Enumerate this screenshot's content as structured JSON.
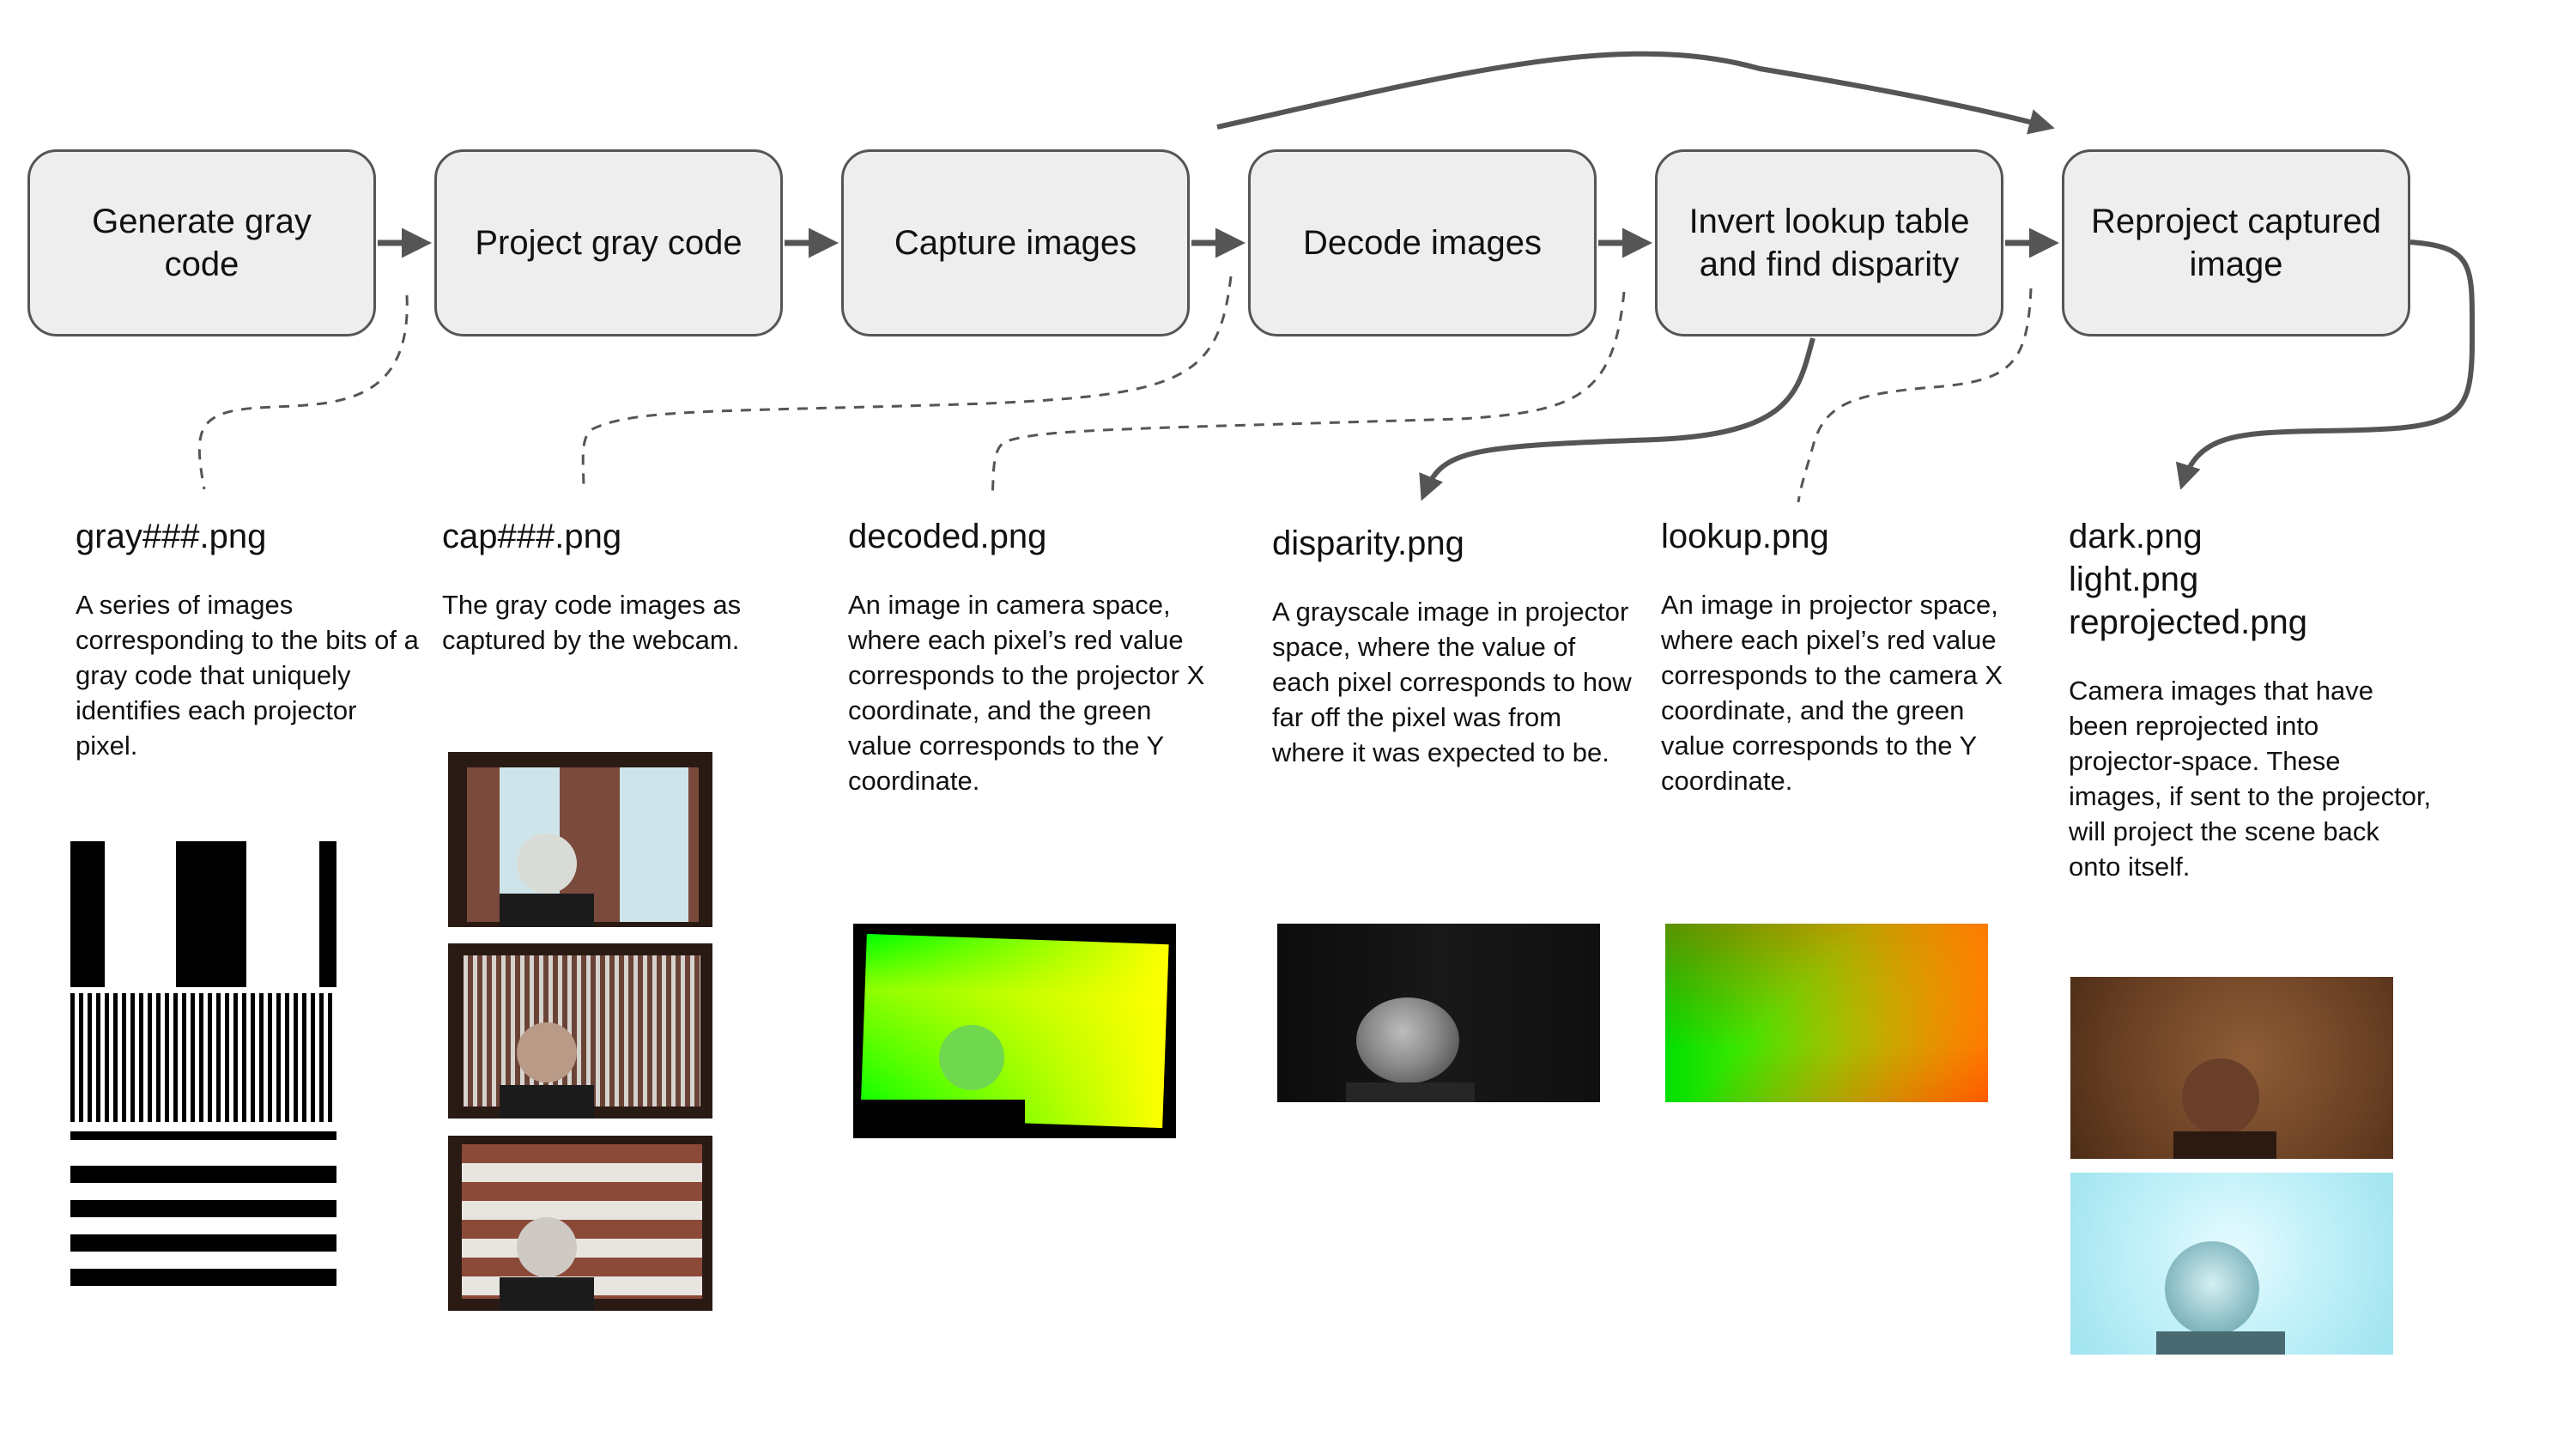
{
  "steps": [
    {
      "label": "Generate gray code"
    },
    {
      "label": "Project gray code"
    },
    {
      "label": "Capture images"
    },
    {
      "label": "Decode images"
    },
    {
      "label": "Invert lookup table and find disparity"
    },
    {
      "label": "Reproject captured image"
    }
  ],
  "outputs": [
    {
      "filename": "gray###.png",
      "description": "A series of images corresponding to the bits of a gray code that uniquely identifies each projector pixel."
    },
    {
      "filename": "cap###.png",
      "description": "The gray code images as captured by the webcam."
    },
    {
      "filename": "decoded.png",
      "description": "An image in camera space, where each pixel’s red value corresponds to the projector X coordinate, and the green value corresponds to the Y coordinate."
    },
    {
      "filename": "disparity.png",
      "description": "A grayscale image in projector space, where the value of each pixel corresponds to how far off the pixel was from where it was expected to be."
    },
    {
      "filename": "lookup.png",
      "description": "An image in projector space, where each pixel’s red value corresponds to the camera X coordinate, and the green value corresponds to the Y coordinate."
    },
    {
      "filenames": [
        "dark.png",
        "light.png",
        "reprojected.png"
      ],
      "description": "Camera images that have been reprojected into projector-space. These images, if sent to the projector, will project the scene back onto itself."
    }
  ],
  "colors": {
    "box_fill": "#eeeeee",
    "box_border": "#555555",
    "arrow": "#555555"
  }
}
